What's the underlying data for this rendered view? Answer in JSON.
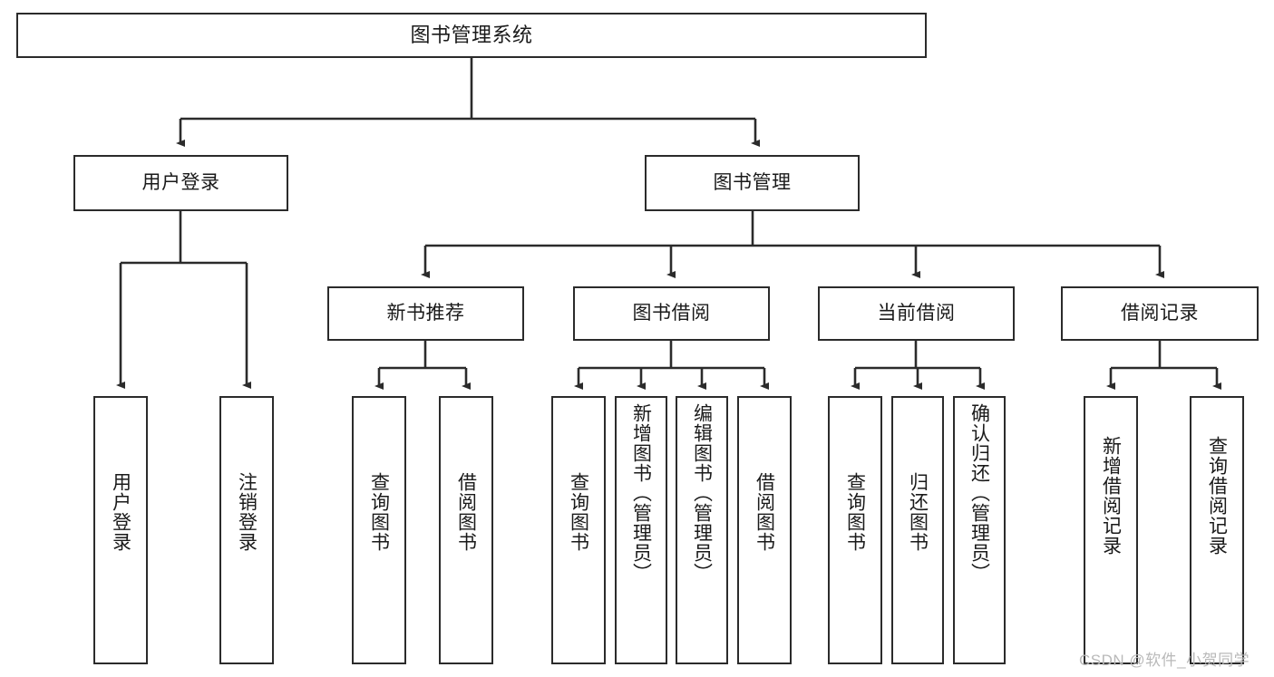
{
  "diagram": {
    "title": "图书管理系统",
    "watermark": "CSDN @软件_小贺同学",
    "colors": {
      "box_border": "#2b2b2b",
      "box_fill": "#ffffff",
      "edge": "#2b2b2b",
      "text": "#1a1a1a",
      "watermark": "#b9b9b9",
      "background": "#ffffff"
    },
    "nodes": {
      "root": {
        "label": "图书管理系统"
      },
      "level2": [
        {
          "id": "user-login",
          "label": "用户登录"
        },
        {
          "id": "book-management",
          "label": "图书管理"
        }
      ],
      "level3": [
        {
          "id": "new-book-recommend",
          "label": "新书推荐"
        },
        {
          "id": "book-borrow",
          "label": "图书借阅"
        },
        {
          "id": "current-borrow",
          "label": "当前借阅"
        },
        {
          "id": "borrow-record",
          "label": "借阅记录"
        }
      ],
      "leaves": {
        "user_login": [
          {
            "id": "leaf-user-login",
            "label": "用户登录"
          },
          {
            "id": "leaf-logout",
            "label": "注销登录"
          }
        ],
        "new_book_recommend": [
          {
            "id": "leaf-query-book-1",
            "label": "查询图书"
          },
          {
            "id": "leaf-borrow-book-1",
            "label": "借阅图书"
          }
        ],
        "book_borrow": [
          {
            "id": "leaf-query-book-2",
            "label": "查询图书"
          },
          {
            "id": "leaf-add-book",
            "label": "新增图书（管理员）"
          },
          {
            "id": "leaf-edit-book",
            "label": "编辑图书（管理员）"
          },
          {
            "id": "leaf-borrow-book-2",
            "label": "借阅图书"
          }
        ],
        "current_borrow": [
          {
            "id": "leaf-query-book-3",
            "label": "查询图书"
          },
          {
            "id": "leaf-return-book",
            "label": "归还图书"
          },
          {
            "id": "leaf-confirm-return",
            "label": "确认归还（管理员）"
          }
        ],
        "borrow_record": [
          {
            "id": "leaf-add-record",
            "label": "新增借阅记录"
          },
          {
            "id": "leaf-query-record",
            "label": "查询借阅记录"
          }
        ]
      }
    }
  }
}
